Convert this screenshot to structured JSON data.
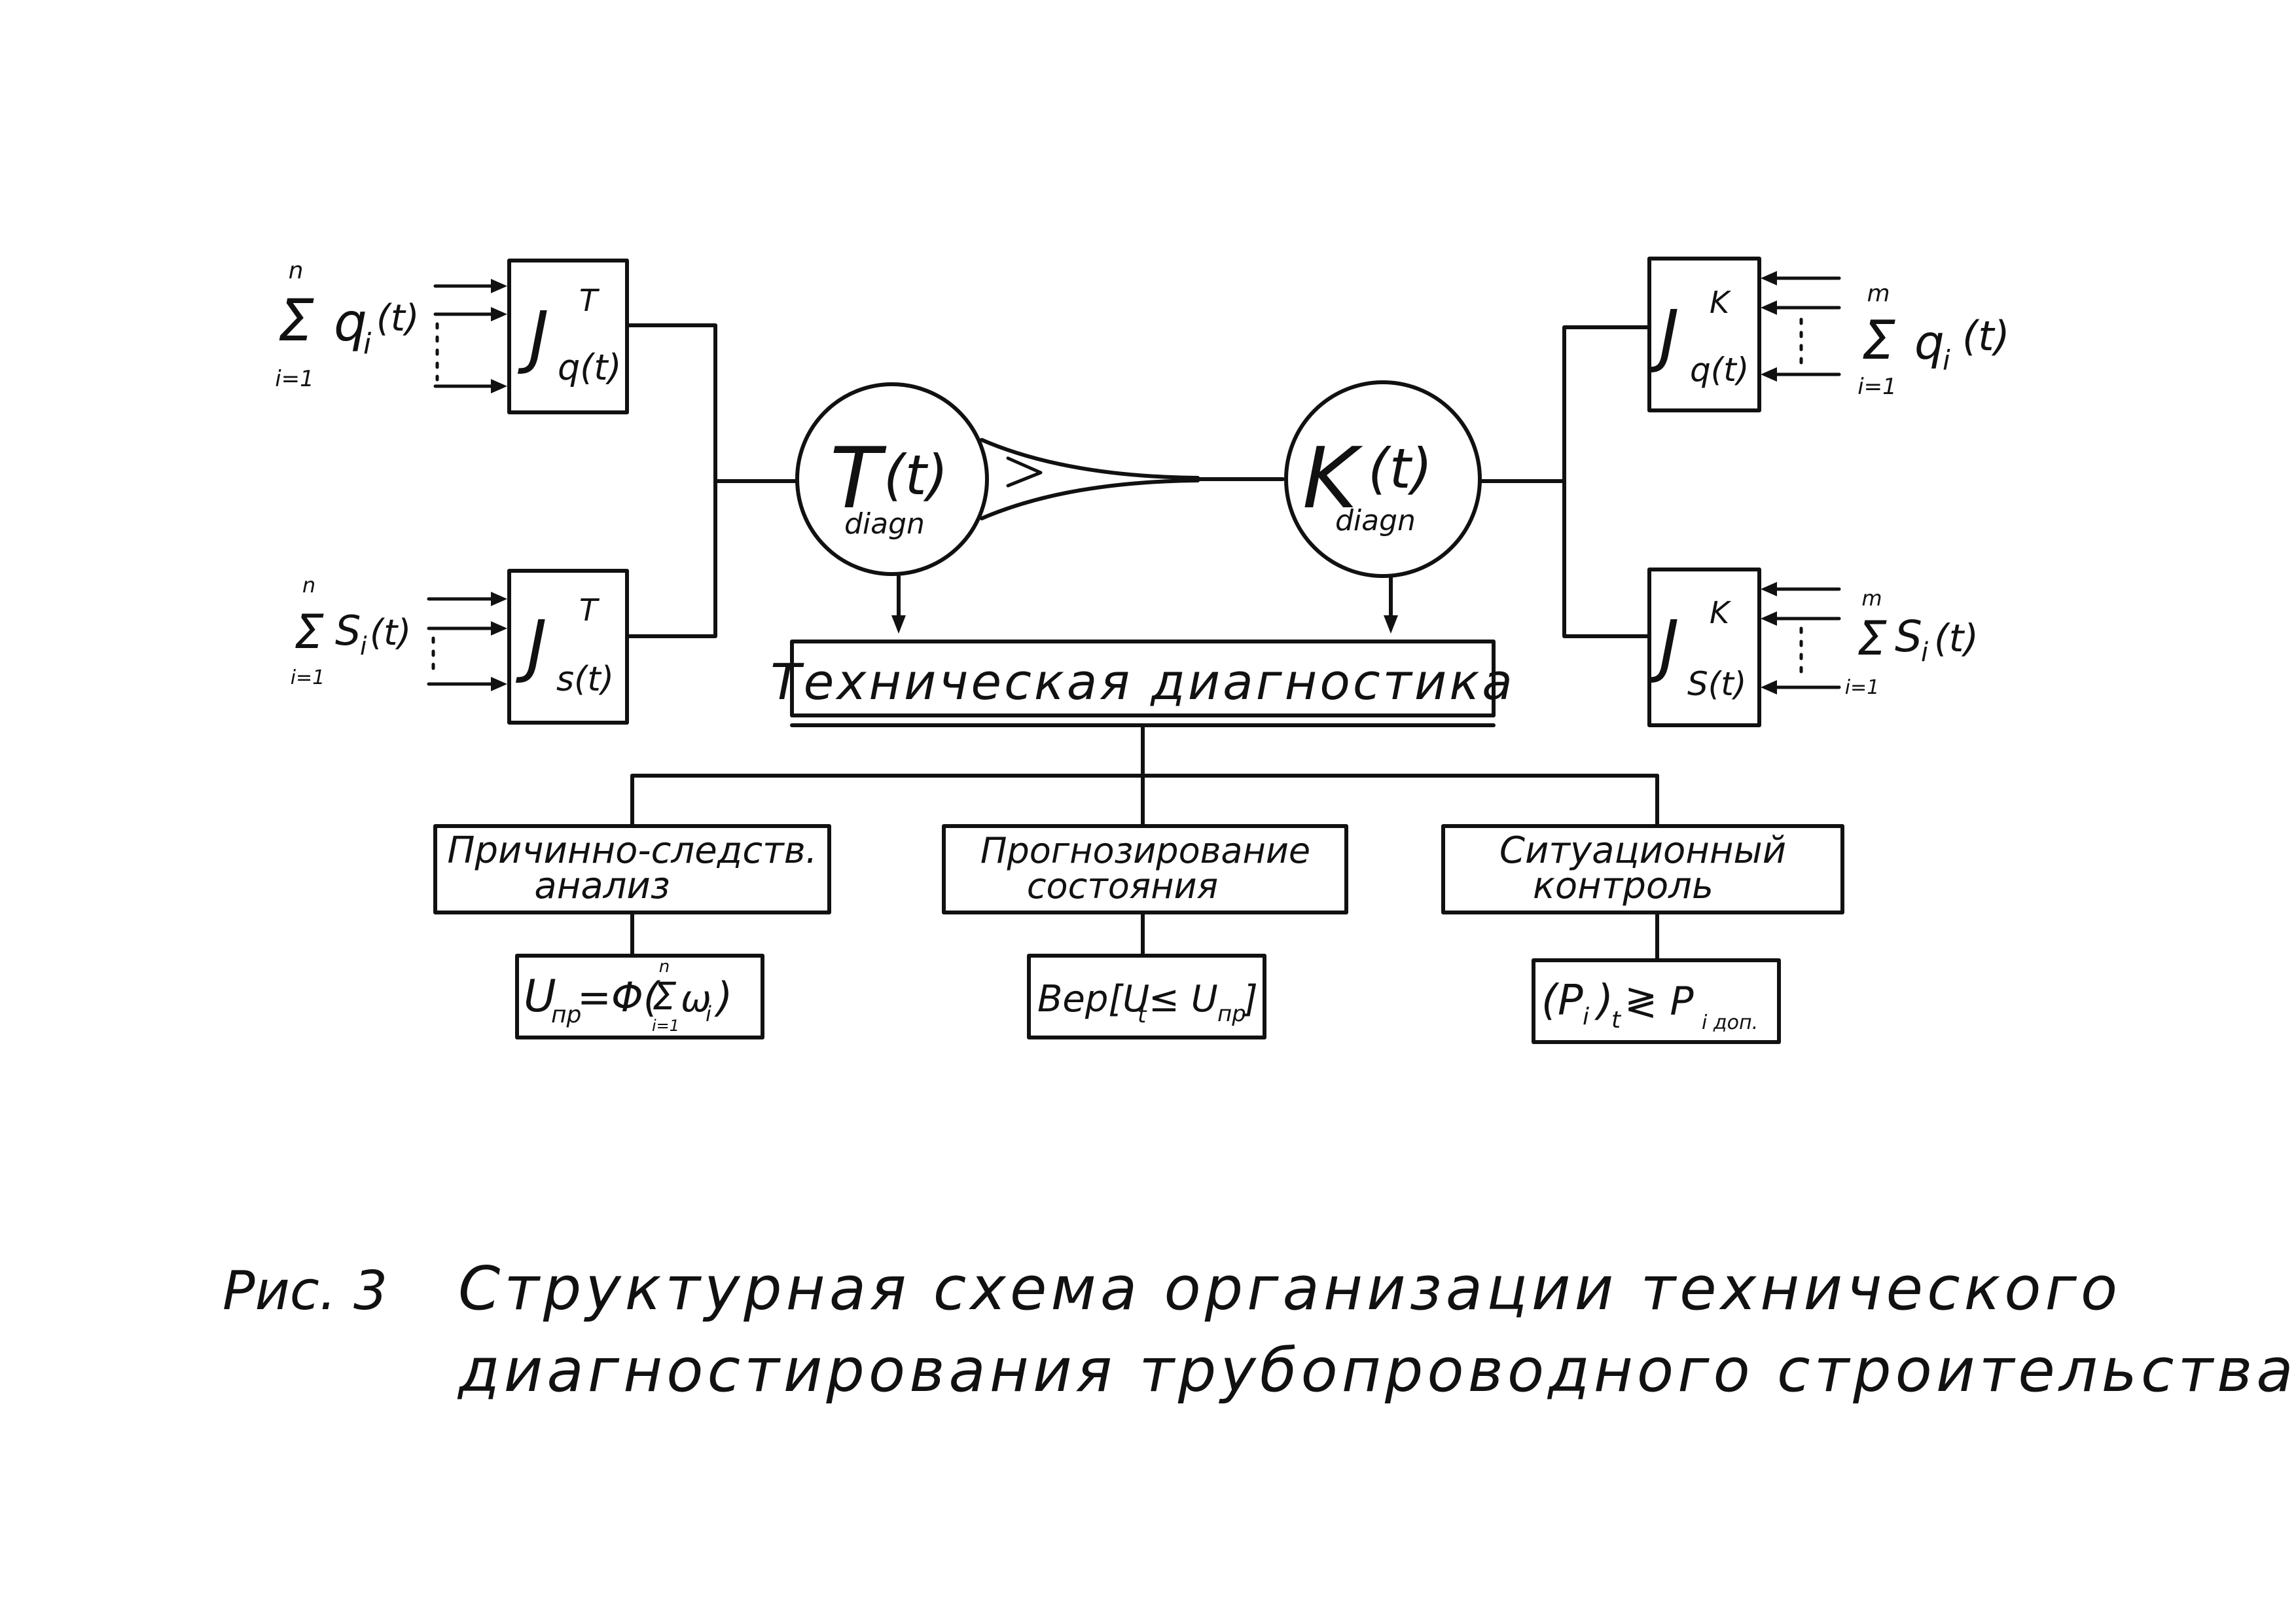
{
  "left_inputs": {
    "sum_q": {
      "upper": "n",
      "sigma": "Σ",
      "lower": "i=1",
      "expr": "q",
      "sub": "i",
      "arg": "(t)"
    },
    "sum_s": {
      "upper": "n",
      "sigma": "Σ",
      "lower": "i=1",
      "expr": "S",
      "sub": "i",
      "arg": "(t)"
    }
  },
  "right_inputs": {
    "sum_q": {
      "upper": "m",
      "sigma": "Σ",
      "lower": "i=1",
      "expr": "q",
      "sub": "i",
      "arg": "(t)"
    },
    "sum_s": {
      "upper": "m",
      "sigma": "Σ",
      "lower": "i=1",
      "expr": "S",
      "sub": "i",
      "arg": "(t)"
    }
  },
  "blocks": {
    "j_q_t": {
      "main": "J",
      "sup": "T",
      "sub": "q(t)"
    },
    "j_s_t": {
      "main": "J",
      "sup": "T",
      "sub": "s(t)"
    },
    "j_q_k": {
      "main": "J",
      "sup": "K",
      "sub": "q(t)"
    },
    "j_s_k": {
      "main": "J",
      "sup": "K",
      "sub": "S(t)"
    }
  },
  "circles": {
    "t_diagn": {
      "main": "T",
      "arg": "(t)",
      "sub": "diagn"
    },
    "k_diagn": {
      "main": "K",
      "arg": "(t)",
      "sub": "diagn"
    }
  },
  "tech_diag": "Техническая  диагностика",
  "branches": [
    {
      "line1": "Причинно-следств.",
      "line2": "анализ",
      "formula": "U",
      "formula_sub": "пр",
      "formula_rest": "=Φ(",
      "formula_sigma": "Σ",
      "formula_sigma_up": "n",
      "formula_sigma_low": "i=1",
      "formula_tail": "ω",
      "formula_tail_sub": "i",
      "formula_close": ")"
    },
    {
      "line1": "Прогнозирование",
      "line2": "состояния",
      "formula": "Вер[U",
      "formula_sub": "t",
      "formula_rest": " ≤ U",
      "formula_rest_sub": "пр",
      "formula_close": "]"
    },
    {
      "line1": "Ситуационный",
      "line2": "контроль",
      "formula": "(P",
      "formula_sub": "i",
      "formula_rest": ")",
      "formula_rest_sub": "t",
      "formula_mid": " ≷ P",
      "formula_mid_sub": "i доп.",
      "formula_close": ""
    }
  ],
  "caption": {
    "label": "Рис. 3",
    "line1": "Структурная схема организации технического",
    "line2": "диагностирования трубопроводного строительства"
  }
}
